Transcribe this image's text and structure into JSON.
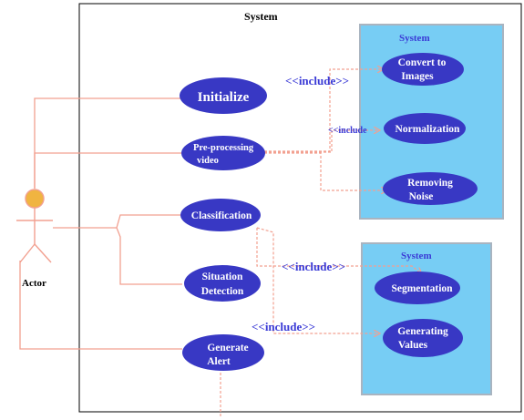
{
  "diagram": {
    "outer_system_title": "System",
    "inner_system_top_title": "System",
    "inner_system_bottom_title": "System",
    "actor_label": "Actor",
    "use_cases": {
      "initialize": "Initialize",
      "preprocessing_line1": "Pre-processing",
      "preprocessing_line2": "video",
      "classification": "Classification",
      "situation_line1": "Situation",
      "situation_line2": "Detection",
      "generate_alert_line1": "Generate",
      "generate_alert_line2": "Alert",
      "convert_line1": "Convert to",
      "convert_line2": "Images",
      "normalization": "Normalization",
      "removing_line1": "Removing",
      "removing_line2": "Noise",
      "segmentation": "Segmentation",
      "generating_line1": "Generating",
      "generating_line2": "Values"
    },
    "include_labels": {
      "top_large": "<<include>>",
      "top_small": "<<include",
      "middle": "<<include>>",
      "bottom": "<<include>>"
    },
    "colors": {
      "usecase_fill": "#3838c4",
      "usecase_text": "#ffffff",
      "subsystem_fill": "#77cdf4",
      "subsystem_border": "#a9b4c0",
      "connector": "#f2a090",
      "include_text": "#3a3ad6",
      "actor_head": "#f0b441"
    }
  }
}
